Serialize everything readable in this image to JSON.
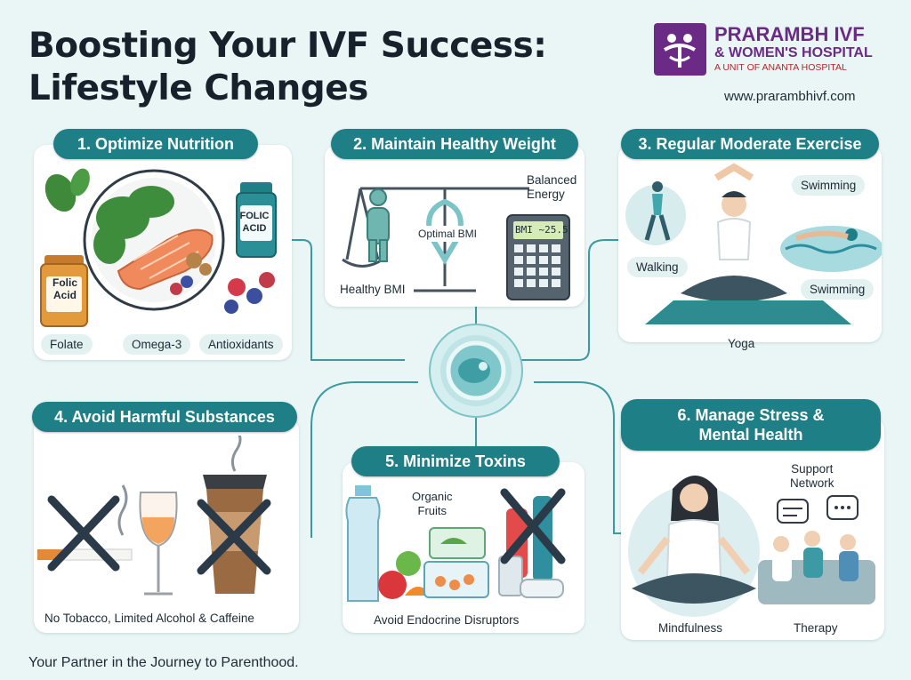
{
  "title": {
    "line1": "Boosting Your IVF Success:",
    "line2": "Lifestyle Changes"
  },
  "brand": {
    "name_line1": "PRARAMBH IVF",
    "name_line2": "& WOMEN'S HOSPITAL",
    "tagline": "A UNIT OF ANANTA HOSPITAL",
    "website": "www.prarambhivf.com"
  },
  "sections": {
    "nutrition": {
      "heading": "1. Optimize Nutrition",
      "labels": [
        "Folate",
        "Omega-3",
        "Antioxidants"
      ],
      "jar_left": [
        "Folic",
        "Acid"
      ],
      "jar_right": [
        "FOLIC",
        "ACID"
      ]
    },
    "weight": {
      "heading": "2. Maintain Healthy Weight",
      "balanced": [
        "Balanced",
        "Energy"
      ],
      "optimal": "Optimal BMI",
      "healthy": "Healthy BMI",
      "calc_display": "BMI ~25.5"
    },
    "exercise": {
      "heading": "3. Regular Moderate Exercise",
      "labels": {
        "walking": "Walking",
        "yoga": "Yoga",
        "swim_top": "Swimming",
        "swim_bottom": "Swimming"
      }
    },
    "harmful": {
      "heading": "4. Avoid Harmful Substances",
      "caption": "No Tobacco, Limited Alcohol & Caffeine"
    },
    "toxins": {
      "heading": "5. Minimize Toxins",
      "organic": [
        "Organic",
        "Fruits"
      ],
      "caption": "Avoid Endocrine Disruptors"
    },
    "stress": {
      "heading_line1": "6. Manage Stress &",
      "heading_line2": "Mental Health",
      "support": [
        "Support",
        "Network"
      ],
      "labels": {
        "mindfulness": "Mindfulness",
        "therapy": "Therapy"
      }
    }
  },
  "footer": "Your Partner in the Journey to Parenthood.",
  "colors": {
    "teal": "#1f7f86",
    "brand_purple": "#6b2a86",
    "tagline_red": "#b3262c",
    "background": "#eaf5f6"
  }
}
